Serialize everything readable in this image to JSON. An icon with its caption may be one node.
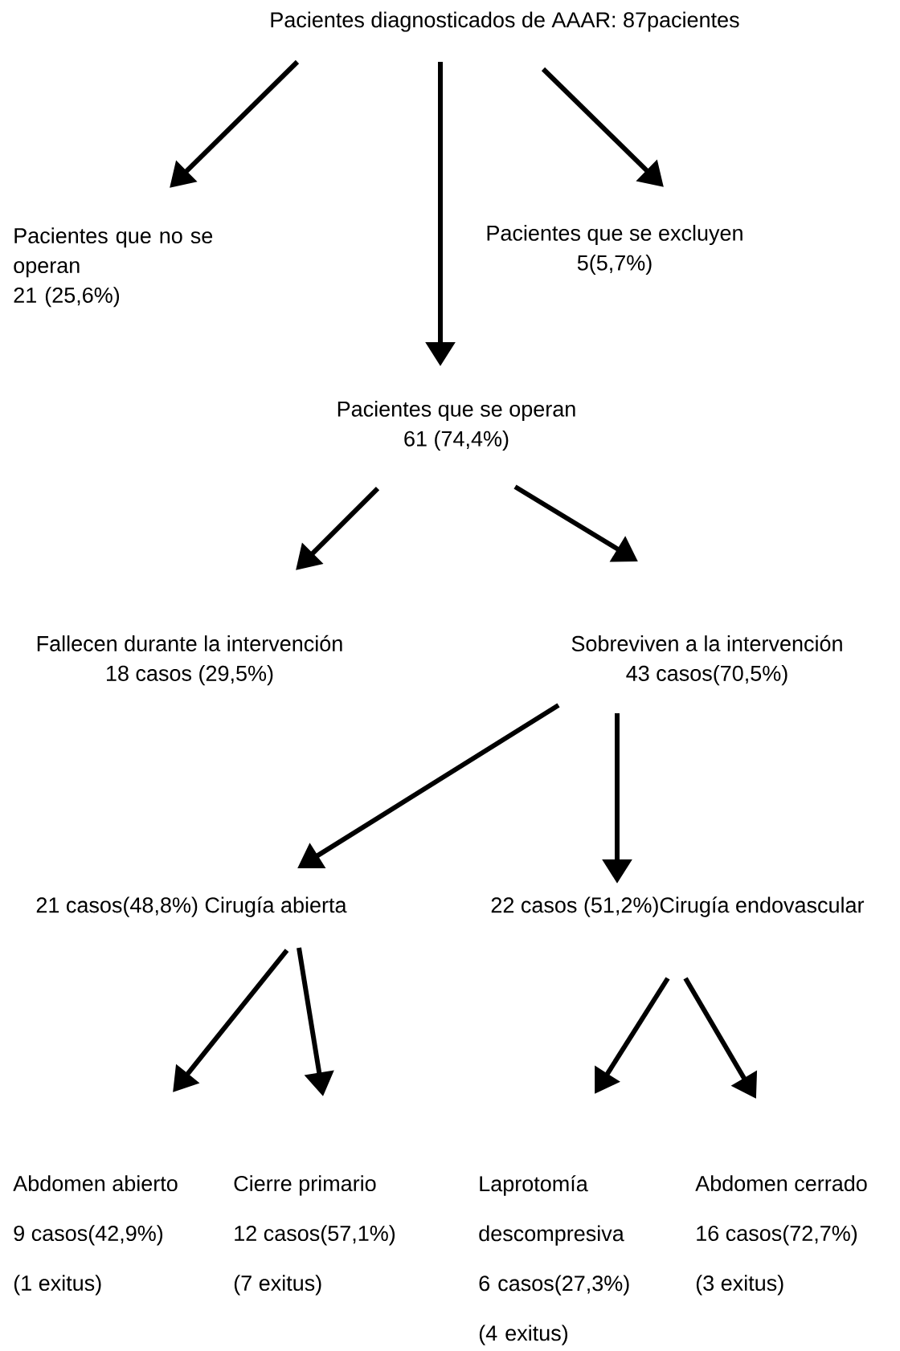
{
  "diagram": {
    "nodes": [
      {
        "text": [
          "Pacientes diagnosticados de AAAR: 87pacientes"
        ]
      },
      {
        "text": [
          "Pacientes que no se operan",
          "21 (25,6%)"
        ]
      },
      {
        "text": [
          "Pacientes que se excluyen",
          "5(5,7%)"
        ]
      },
      {
        "text": [
          "Pacientes que se operan",
          "61 (74,4%)"
        ]
      },
      {
        "text": [
          "Fallecen durante la intervención",
          "18 casos (29,5%)"
        ]
      },
      {
        "text": [
          "Sobreviven a la intervención",
          "43 casos(70,5%)"
        ]
      },
      {
        "text": [
          "21 casos(48,8%) Cirugía abierta"
        ]
      },
      {
        "text": [
          "22 casos (51,2%)Cirugía endovascular"
        ]
      },
      {
        "text": [
          "Abdomen abierto",
          "9 casos(42,9%)",
          "(1 exitus)"
        ]
      },
      {
        "text": [
          "Cierre primario",
          "12 casos(57,1%)",
          "(7 exitus)"
        ]
      },
      {
        "text": [
          "Laprotomía descompresiva",
          "6 casos(27,3%)",
          "(4 exitus)"
        ]
      },
      {
        "text": [
          "Abdomen cerrado",
          "16 casos(72,7%)",
          "(3 exitus)"
        ]
      }
    ],
    "edges": [
      {
        "from": 0,
        "to": 1,
        "arrow": "to"
      },
      {
        "from": 0,
        "to": 3,
        "arrow": "to"
      },
      {
        "from": 0,
        "to": 2,
        "arrow": "to"
      },
      {
        "from": 3,
        "to": 4,
        "arrow": "to"
      },
      {
        "from": 3,
        "to": 5,
        "arrow": "to"
      },
      {
        "from": 5,
        "to": 6,
        "arrow": "to"
      },
      {
        "from": 5,
        "to": 7,
        "arrow": "to"
      },
      {
        "from": 6,
        "to": 8,
        "arrow": "to"
      },
      {
        "from": 6,
        "to": 9,
        "arrow": "to"
      },
      {
        "from": 7,
        "to": 10,
        "arrow": "to"
      },
      {
        "from": 7,
        "to": 11,
        "arrow": "to"
      }
    ]
  }
}
